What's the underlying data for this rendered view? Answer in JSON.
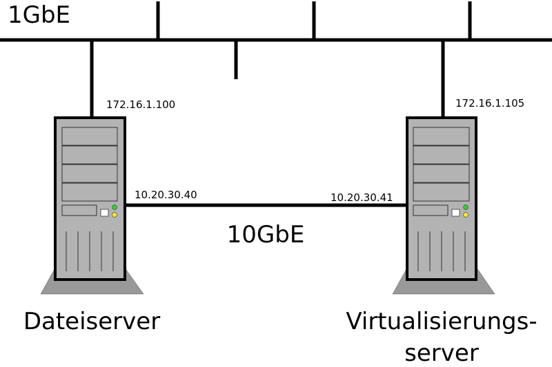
{
  "backbone": {
    "label": "1GbE"
  },
  "direct_link": {
    "label": "10GbE"
  },
  "servers": [
    {
      "name_lines": [
        "Dateiserver"
      ],
      "ip_1gbe": "172.16.1.100",
      "ip_10gbe": "10.20.30.40"
    },
    {
      "name_lines": [
        "Virtualisierungs-",
        "server"
      ],
      "ip_1gbe": "172.16.1.105",
      "ip_10gbe": "10.20.30.41"
    }
  ],
  "colors": {
    "line": "#000000",
    "case": "#b3b3b3",
    "stand": "#999999",
    "led_green": "#22dd22",
    "led_yellow": "#ffee22",
    "button": "#ffffff"
  }
}
